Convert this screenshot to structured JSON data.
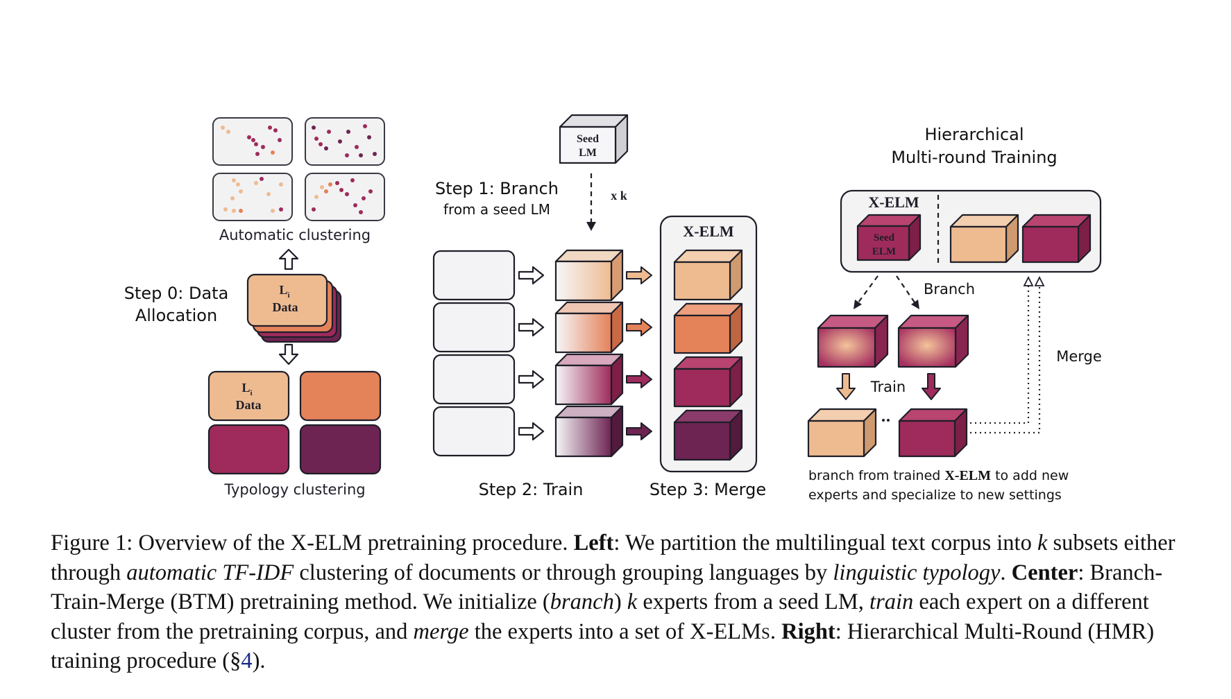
{
  "colors": {
    "c1": "#eebb91",
    "c2": "#e4825a",
    "c3": "#9e2b5b",
    "c4": "#6d2452",
    "box_blank": "#f3f3f5",
    "panel_bg": "#f3f3f4",
    "stroke": "#1e1e28"
  },
  "left": {
    "auto_label": "Automatic clustering",
    "step0_line1": "Step 0: Data",
    "step0_line2": "Allocation",
    "data_L": "L",
    "data_sub": "i",
    "data_word": "Data",
    "typology_label": "Typology clustering"
  },
  "center": {
    "seed_line1": "Seed",
    "seed_line2": "LM",
    "xk": "x k",
    "step1_line1": "Step 1: Branch",
    "step1_line2": "from a seed LM",
    "xelm": "X-ELM",
    "step2": "Step 2: Train",
    "step3": "Step 3: Merge"
  },
  "right": {
    "title_line1": "Hierarchical",
    "title_line2": "Multi-round Training",
    "xelm": "X-ELM",
    "seed_line1": "Seed",
    "seed_line2": "ELM",
    "branch": "Branch",
    "merge": "Merge",
    "train": "Train",
    "note_a": "branch from trained ",
    "note_b": "X-ELM",
    "note_c": " to add new",
    "note_line2": "experts and specialize to new settings"
  },
  "caption": {
    "p1": "Figure 1: Overview of the ",
    "p2": "X-ELM",
    "p3": " pretraining procedure. ",
    "p4": "Left",
    "p5": ": We partition the multilingual text corpus into ",
    "p6": "k",
    "p7": " subsets either through ",
    "p8": "automatic TF-IDF",
    "p9": " clustering of documents or through grouping languages by ",
    "p10": "linguistic typology",
    "p11": ". ",
    "p12": "Center",
    "p13": ": Branch-Train-Merge (BTM) pretraining method. We initialize (",
    "p14": "branch",
    "p15": ") ",
    "p16": "k",
    "p17": " experts from a seed LM, ",
    "p18": "train",
    "p19": " each expert on a different cluster from the pretraining corpus, and ",
    "p20": "merge",
    "p21": " the experts into a set of ",
    "p22": "X-ELMs",
    "p23": ". ",
    "p24": "Right",
    "p25": ": Hierarchical Multi-Round (HMR) training procedure (§",
    "p26": "4",
    "p27": ")."
  }
}
